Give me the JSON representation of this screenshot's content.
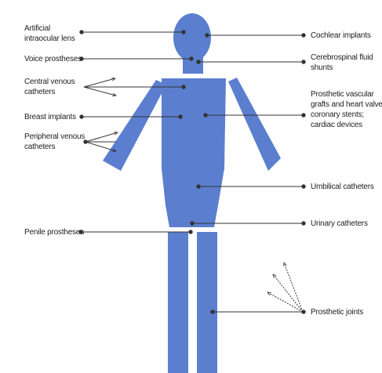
{
  "colors": {
    "body": "#5B7ECF",
    "line": "#333333",
    "text": "#222222"
  },
  "labels": {
    "iol": [
      "Artificial",
      "intraocular lens"
    ],
    "voice": [
      "Voice prostheses"
    ],
    "cvc": [
      "Central venous",
      "catheters"
    ],
    "breast": [
      "Breast implants"
    ],
    "pvc": [
      "Peripheral venous",
      "catheters"
    ],
    "penile": [
      "Penile prostheses"
    ],
    "cochlear": [
      "Cochlear implants"
    ],
    "csf": [
      "Cerebrospinal fluid",
      "shunts"
    ],
    "vascular": [
      "Prosthetic vascular",
      "grafts and heart valves;",
      "coronary stents;",
      "cardiac devices"
    ],
    "umbilical": [
      "Umbilical catheters"
    ],
    "urinary": [
      "Urinary catheters"
    ],
    "joints": [
      "Prosthetic joints"
    ]
  }
}
